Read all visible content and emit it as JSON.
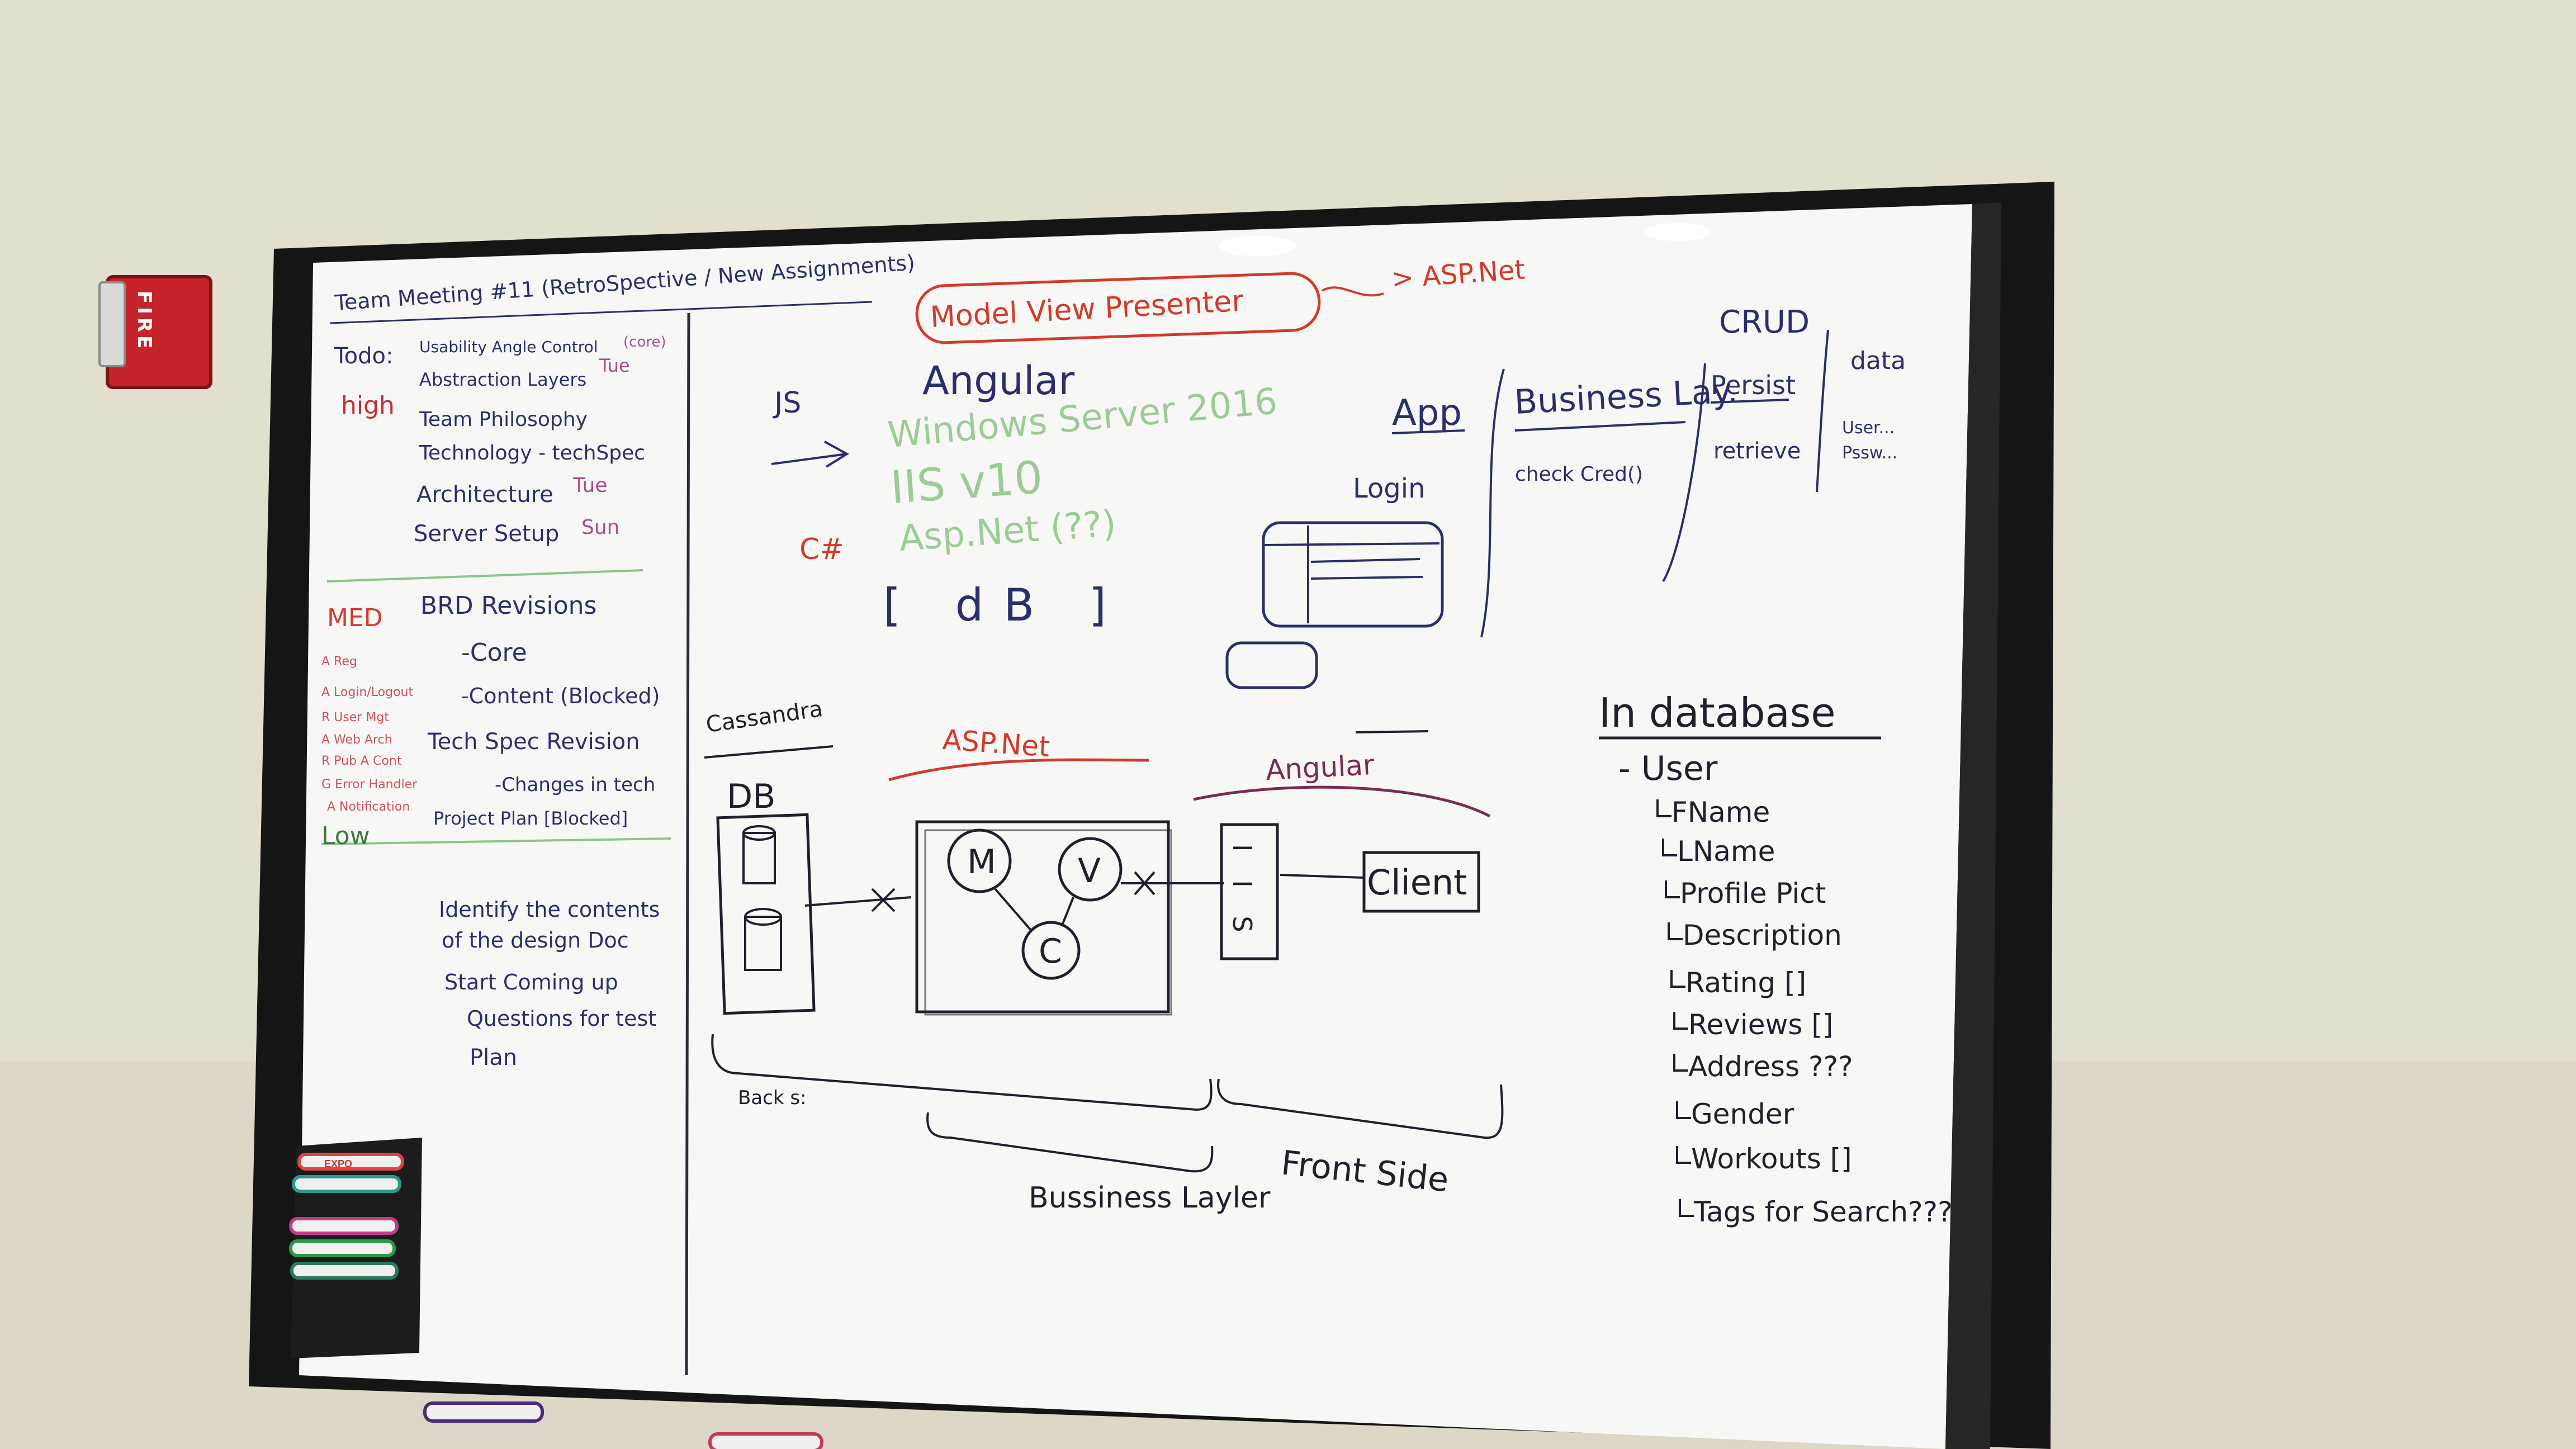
{
  "alarm": {
    "label": "FIRE"
  },
  "left_column": {
    "title": "Team Meeting #11 (RetroSpective / New Assignments)",
    "todo_label": "Todo:",
    "high_label": "high",
    "med_label": "MED",
    "low_label": "Low",
    "items": [
      "Usability Angle Control",
      "Abstraction Layers",
      "Team Philosophy",
      "Technology - techSpec",
      "Architecture",
      "Server Setup",
      "BRD Revisions",
      "-Core",
      "-Content (Blocked)",
      "Tech Spec Revision",
      "-Changes in tech",
      "Project Plan [Blocked]"
    ],
    "notes": [
      "(core)",
      "Tue",
      "Tue",
      "Sun"
    ],
    "med_assignees": [
      "A Reg",
      "A Login/Logout",
      "R User Mgt",
      "A Web Arch",
      "R Pub A Cont",
      "G Error Handler",
      "A Notification"
    ],
    "lower_items": [
      "Identify the contents",
      "of the design Doc",
      "Start Coming up",
      "Questions for test",
      "Plan"
    ]
  },
  "stack": {
    "mvp": "Model View Presenter",
    "aspnet_top": "> ASP.Net",
    "js": "JS",
    "angular": "Angular",
    "windows": "Windows Server 2016",
    "iis": "IIS v10",
    "csharp": "C#",
    "aspnet_green": "Asp.Net (??)",
    "db": "[ dB ]"
  },
  "layers": {
    "app": "App",
    "login": "Login",
    "business": "Business Lay.",
    "checkcred": "check Cred()",
    "crud": "CRUD",
    "persist": "Persist",
    "retrieve": "retrieve",
    "data": "data",
    "user_label": "User...",
    "pass_label": "Pssw..."
  },
  "architecture": {
    "cassandra": "Cassandra",
    "db": "DB",
    "aspnet": "ASP.Net",
    "angular": "Angular",
    "m": "M",
    "v": "V",
    "c": "C",
    "iis": "I I S",
    "client": "Client",
    "backend": "Back s:",
    "business": "Bussiness Layler",
    "front": "Front Side"
  },
  "database": {
    "title": "In database",
    "user": "- User",
    "fields": [
      "FName",
      "LName",
      "Profile Pict",
      "Description",
      "Rating []",
      "Reviews []",
      "Address ???",
      "Gender",
      "Workouts []",
      "Tags for Search???"
    ]
  },
  "markers": {
    "brand": "EXPO"
  },
  "colors": {
    "ink_black": "#1f1f2e",
    "ink_blue": "#2a2f6a",
    "ink_red": "#d23a2a",
    "ink_green": "#8ec48a",
    "ink_purple": "#7a2a55",
    "board": "#f7f8f6"
  }
}
